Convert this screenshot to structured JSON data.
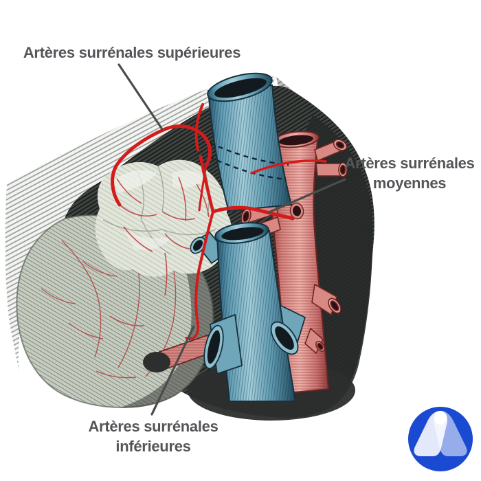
{
  "labels": {
    "superior": {
      "text": "Artères surrénales supérieures"
    },
    "middle": {
      "line1": "Artères surrénales",
      "line2": "moyennes"
    },
    "inferior": {
      "line1": "Artères surrénales",
      "line2": "inférieures"
    }
  },
  "colors": {
    "label_text": "#545558",
    "leader_line": "#4c4c4c",
    "artery_red": "#d41b1b",
    "vein_blue": "#6aa5ba",
    "aorta_pink": "#dd8a83",
    "logo_blue": "#1a49d2"
  },
  "logo": {
    "icon": "mountain-a-logo-icon"
  }
}
